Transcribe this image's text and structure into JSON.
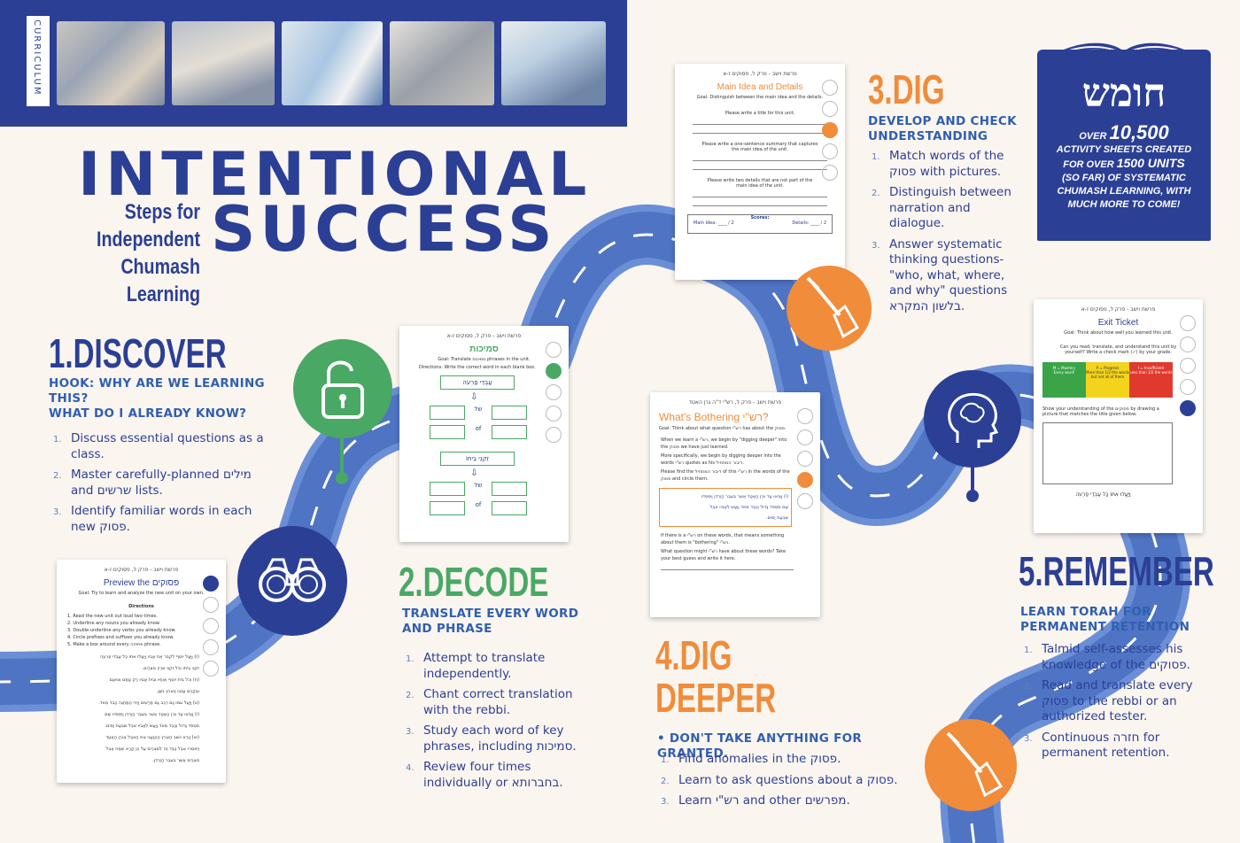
{
  "header": {
    "curriculum_label": "CURRICULUM"
  },
  "titles": {
    "line1": "INTENTIONAL",
    "line2": "SUCCESS",
    "subtitle_line1": "Steps for Independent",
    "subtitle_line2": "Chumash Learning"
  },
  "chumash_badge": {
    "title": "חומש",
    "over": "OVER",
    "count": "10,500",
    "line1": "ACTIVITY SHEETS CREATED",
    "line2a": "FOR OVER",
    "units": "1500 UNITS",
    "line3": "(SO FAR) OF SYSTEMATIC",
    "line4": "CHUMASH LEARNING, WITH",
    "line5": "MUCH MORE TO COME!"
  },
  "steps": [
    {
      "number": "1.",
      "name": "DISCOVER",
      "subheading": [
        "HOOK: WHY ARE WE LEARNING",
        "THIS?",
        "WHAT DO I ALREADY KNOW?"
      ],
      "items": [
        "Discuss essential questions as a class.",
        "Master carefully-planned מילים and שרשים lists.",
        "Identify familiar words in each new פסוק."
      ]
    },
    {
      "number": "2.",
      "name": "DECODE",
      "subheading": [
        "TRANSLATE EVERY WORD",
        "AND PHRASE"
      ],
      "items": [
        "Attempt to translate independently.",
        "Chant correct translation with the rebbi.",
        "Study each word of key phrases, including סמיכות.",
        "Review four times individually or בחברותא."
      ]
    },
    {
      "number": "3.",
      "name": "DIG",
      "subheading": [
        "DEVELOP AND CHECK",
        "UNDERSTANDING"
      ],
      "items": [
        "Match words of the פסוק with pictures.",
        "Distinguish between narration and dialogue.",
        "Answer systematic thinking questions- \"who, what, where, and why\" questions בלשון המקרא."
      ]
    },
    {
      "number": "4.",
      "name_line1": "DIG",
      "name_line2": "DEEPER",
      "subheading": [
        "• DON'T TAKE ANYTHING FOR GRANTED."
      ],
      "items": [
        "Find anomalies in the פסוק.",
        "Learn to ask questions about a פסוק.",
        "Learn רש\"י and other מפרשים."
      ]
    },
    {
      "number": "5.",
      "name": "REMEMBER",
      "subheading": [
        "LEARN TORAH FOR",
        "PERMANENT RETENTION"
      ],
      "items": [
        "Talmid self-assesses his knowledge of the פסוקים.",
        "Read and translate every פסוק to the rebbi or an authorized tester.",
        "Continuous חזרה for permanent retention."
      ]
    }
  ],
  "numbers": [
    "1.",
    "2.",
    "3.",
    "4."
  ],
  "worksheets": {
    "preview": {
      "header": "פרשת וישב - פרק ל, פסוקים ז-א",
      "title": "Preview the פסוקים",
      "goal": "Goal: Try to learn and analyze the new unit on your own.",
      "directions": "Directions",
      "dir_items": [
        "1. Read the new unit out loud two times.",
        "2. Underline any nouns you already know.",
        "3. Double-underline any verbs you already know.",
        "4. Circle prefixes and suffixes you already know.",
        "5. Make a box around every פתיחה phrase."
      ],
      "hebrew_lines": [
        "(ז) וַיַּעַל יוֹסֵף לִקְבֹּר אֶת אָבִיו וַיַּעֲלוּ אִתּוֹ כָּל עַבְדֵי פַרְעֹה",
        "זִקְנֵי בֵיתוֹ וְכֹל זִקְנֵי אֶרֶץ מִצְרָיִם.",
        "(ח) וְכֹל בֵּית יוֹסֵף וְאֶחָיו וּבֵית אָבִיו רַק טַפָּם וְצֹאנָם",
        "וּבְקָרָם עָזְבוּ בְּאֶרֶץ גֹּשֶׁן.",
        "(ט) וַיַּעַל עִמּוֹ גַּם רֶכֶב גַּם פָּרָשִׁים וַיְהִי הַמַּחֲנֶה כָּבֵד מְאֹד.",
        "(י) וַיָּבֹאוּ עַד גֹּרֶן הָאָטָד אֲשֶׁר בְּעֵבֶר הַיַּרְדֵּן וַיִּסְפְּדוּ שָׁם",
        "מִסְפֵּד גָּדוֹל וְכָבֵד מְאֹד וַיַּעַשׂ לְאָבִיו אֵבֶל שִׁבְעַת יָמִים.",
        "(יא) וַיַּרְא יוֹשֵׁב הָאָרֶץ הַכְּנַעֲנִי אֶת הָאֵבֶל בְּגֹרֶן הָאָטָד",
        "וַיֹּאמְרוּ אֵבֶל כָּבֵד זֶה לְמִצְרָיִם עַל כֵּן קָרָא שְׁמָהּ אָבֵל",
        "מִצְרַיִם אֲשֶׁר בְּעֵבֶר הַיַּרְדֵּן."
      ]
    },
    "smichus": {
      "header": "פרשת וישב - פרק ל, פסוקים ז-א",
      "title": "סמיכות",
      "goal": "Goal: Translate סמיכות phrases in the unit.",
      "directions": "Directions: Write the correct word in each blank box.",
      "phrase1": "עַבְדֵי פַרְעֹה",
      "of1": "של",
      "of1_en": "of",
      "phrase2": "זִקְנֵי בֵיתוֹ",
      "of2": "של",
      "of2_en": "of"
    },
    "main_idea": {
      "header": "פרשת וישב - פרק ל, פסוקים ז-א",
      "title": "Main Idea and Details",
      "goal": "Goal: Distinguish between the main idea and the details.",
      "q1": "Please write a title for this unit:",
      "q2": "Please write a one-sentence summary that captures the main idea of the unit.",
      "q3": "Please write two details that are not part of the main idea of the unit.",
      "scores": "Scores:",
      "score_main": "Main Idea: ____ / 2",
      "score_details": "Details: ____ / 2"
    },
    "bothering": {
      "header": "פרשת וישב - פרק ל, רש\"י ד\"ה גרן האטד",
      "title": "What's Bothering רש\"י?",
      "goal": "Goal: Think about what question רש\"י has about the פסוק.",
      "p1": "When we learn a רש\"י, we begin by \"digging deeper\" into the פסוק we have just learned.",
      "p2": "More specifically, we begin by digging deeper into the words רש\"י quotes as his דיבור המתחיל.",
      "p3": "Please find the דיבור המתחיל of this רש\"י in the words of the פסוק and circle them.",
      "box1": "(י) וַיָּבֹאוּ עַד גֹּרֶן הָאָטָד אֲשֶׁר בְּעֵבֶר הַיַּרְדֵּן וַיִּסְפְּדוּ",
      "box2": "שָׁם מִסְפֵּד גָּדוֹל וְכָבֵד מְאֹד וַיַּעַשׂ לְאָבִיו אֵבֶל",
      "box3": "שִׁבְעַת יָמִים.",
      "p4": "If there is a רש\"י on these words, that means something about them is \"bothering\" רש\"י.",
      "p5": "What question might רש\"י have about these words? Take your best guess and write it here."
    },
    "exit": {
      "header": "פרשת וישב - פרק ל, פסוקים ז-א",
      "title": "Exit Ticket",
      "goal": "Goal: Think about how well you learned this unit.",
      "q1": "Can you read, translate, and understand this unit by yourself? Write a check mark (✓) by your grade.",
      "grade_m": "M = Mastery",
      "grade_m_sub": "Every word!",
      "grade_p": "P = Progress",
      "grade_p_sub": "More than 1/2 the words but not all of them",
      "grade_i": "I = Insufficient",
      "grade_i_sub": "Less than 1/2 the words",
      "q2": "Show your understanding of the פסוקים by drawing a picture that matches the title given below.",
      "caption": "וַיַּעֲלוּ אִתּוֹ כָּל עַבְדֵי פַרְעֹה"
    }
  },
  "colors": {
    "navy": "#2b3f95",
    "road": "#6b8fd6",
    "green": "#4aa865",
    "orange": "#f08c3a",
    "background": "#fbf5ef"
  },
  "icons": [
    "open-lock-icon",
    "binoculars-icon",
    "shovel-icon",
    "head-brain-icon",
    "book-icon"
  ]
}
